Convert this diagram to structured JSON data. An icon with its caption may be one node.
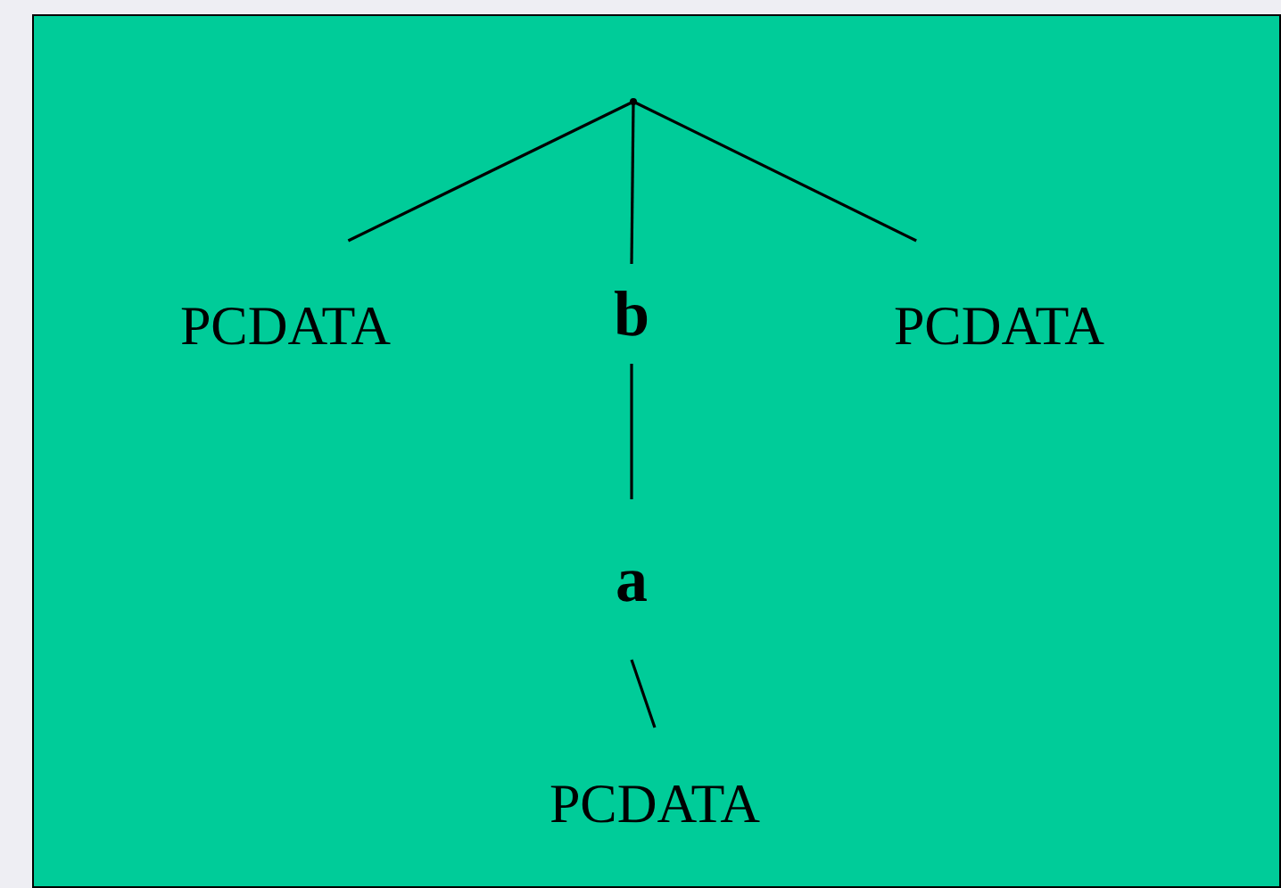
{
  "diagram": {
    "nodes": [
      {
        "text": [],
        "shape": "circle"
      },
      {
        "text": [
          "PCDATA"
        ]
      },
      {
        "text": [
          "b"
        ]
      },
      {
        "text": [
          "PCDATA"
        ]
      },
      {
        "text": [
          "a"
        ]
      },
      {
        "text": [
          "PCDATA"
        ]
      }
    ],
    "edges": [
      {
        "from": 0,
        "to": 1,
        "arrow": "none"
      },
      {
        "from": 0,
        "to": 2,
        "arrow": "none"
      },
      {
        "from": 0,
        "to": 3,
        "arrow": "none"
      },
      {
        "from": 2,
        "to": 4,
        "arrow": "none"
      },
      {
        "from": 4,
        "to": 5,
        "arrow": "none"
      }
    ]
  }
}
